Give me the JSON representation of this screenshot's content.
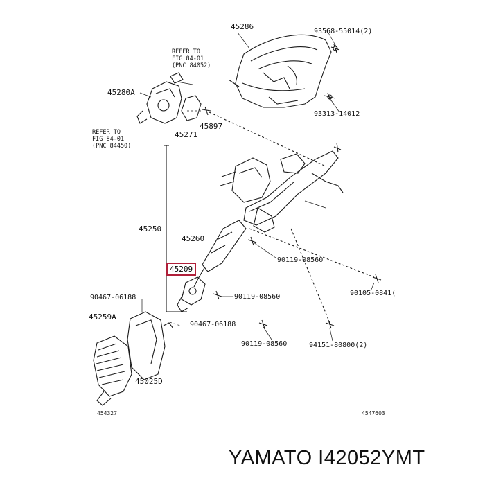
{
  "labels": {
    "p45286": "45286",
    "p93568": "93568-55014(2)",
    "p93313": "93313-14012",
    "p45280a": "45280A",
    "p45897": "45897",
    "p45271": "45271",
    "p45250": "45250",
    "p45260": "45260",
    "p45209": "45209",
    "p90119a": "90119-08560",
    "p90119b": "90119-08560",
    "p90119c": "90119-08560",
    "p90105": "90105-0841(",
    "p90467a": "90467-06188",
    "p90467b": "90467-06188",
    "p45259a": "45259A",
    "p94151": "94151-80800(2)",
    "p45025d": "45025D"
  },
  "notes": {
    "refer1": "REFER TO\nFIG 84-01\n(PNC 84052)",
    "refer2": "REFER TO\nFIG 84-01\n(PNC 84450)"
  },
  "codes": {
    "left": "454327",
    "right": "4547603"
  },
  "caption": "YAMATO I42052YMT",
  "colors": {
    "highlight": "#b0203a",
    "ink": "#1a1a1a"
  }
}
